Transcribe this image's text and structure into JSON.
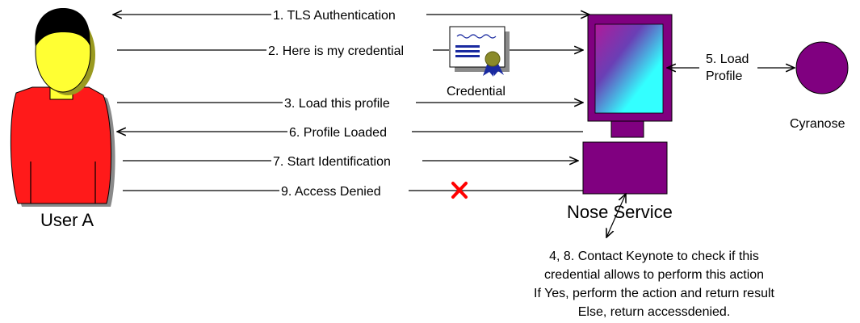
{
  "actors": {
    "user": "User A",
    "service": "Nose Service",
    "sensor": "Cyranose"
  },
  "credential_label": "Credential",
  "messages": [
    {
      "id": "m1",
      "text": "1. TLS Authentication",
      "direction": "both"
    },
    {
      "id": "m2",
      "text": "2. Here is my credential",
      "direction": "to-service"
    },
    {
      "id": "m3",
      "text": "3. Load this profile",
      "direction": "to-service"
    },
    {
      "id": "m6",
      "text": "6. Profile Loaded",
      "direction": "to-user"
    },
    {
      "id": "m7",
      "text": "7. Start Identification",
      "direction": "to-service"
    },
    {
      "id": "m9",
      "text": "9. Access Denied",
      "direction": "denied"
    }
  ],
  "load_profile": [
    "5. Load",
    "Profile"
  ],
  "keynote_note": [
    "4, 8. Contact Keynote to check if this",
    "credential allows to perform this action",
    "If Yes, perform the action and return result",
    "Else, return accessdenied."
  ],
  "colors": {
    "user_body": "#ff1a1a",
    "user_face": "#ffff33",
    "user_hair": "#000000",
    "service_purple": "#800080",
    "screen_cyan": "#33ffff",
    "sensor_purple": "#800080",
    "denied_x": "#ff0000"
  }
}
